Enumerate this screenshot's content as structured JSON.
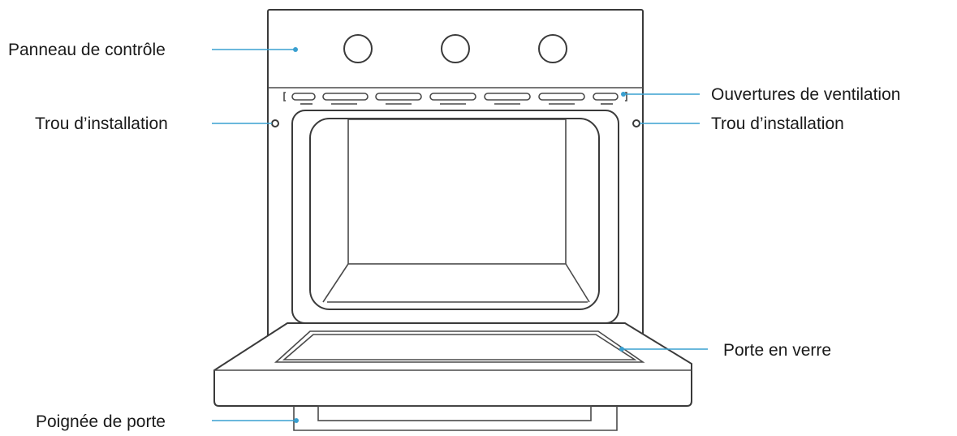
{
  "colors": {
    "leader": "#3aa0d0",
    "outline": "#3a3a3a",
    "text": "#1a1a1a"
  },
  "labels": {
    "control_panel": "Panneau de contrôle",
    "ventilation": "Ouvertures de ventilation",
    "install_hole_left": "Trou d’installation",
    "install_hole_right": "Trou d’installation",
    "glass_door": "Porte en verre",
    "door_handle": "Poignée de porte"
  }
}
